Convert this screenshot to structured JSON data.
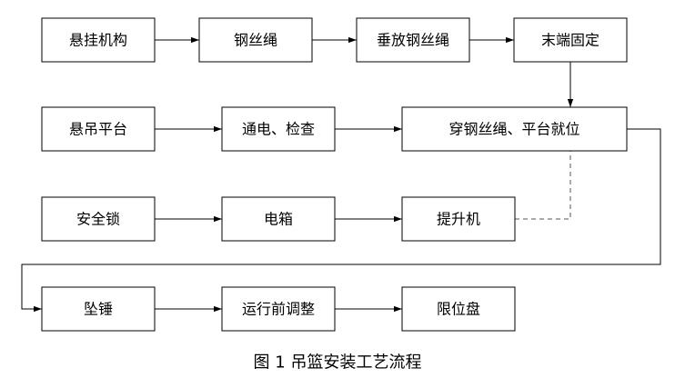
{
  "diagram": {
    "caption": "图 1  吊篮安装工艺流程",
    "nodes": {
      "n1": "悬挂机构",
      "n2": "钢丝绳",
      "n3": "垂放钢丝绳",
      "n4": "末端固定",
      "n5": "悬吊平台",
      "n6": "通电、检查",
      "n7": "穿钢丝绳、平台就位",
      "n8": "安全锁",
      "n9": "电箱",
      "n10": "提升机",
      "n11": "坠锤",
      "n12": "运行前调整",
      "n13": "限位盘"
    },
    "edges": [
      {
        "from": "n1",
        "to": "n2",
        "style": "solid"
      },
      {
        "from": "n2",
        "to": "n3",
        "style": "solid"
      },
      {
        "from": "n3",
        "to": "n4",
        "style": "solid"
      },
      {
        "from": "n4",
        "to": "n7",
        "style": "solid"
      },
      {
        "from": "n5",
        "to": "n6",
        "style": "solid"
      },
      {
        "from": "n6",
        "to": "n7",
        "style": "solid"
      },
      {
        "from": "n8",
        "to": "n9",
        "style": "solid"
      },
      {
        "from": "n9",
        "to": "n10",
        "style": "solid"
      },
      {
        "from": "n10",
        "to": "n7",
        "style": "dashed"
      },
      {
        "from": "n7",
        "to": "n11",
        "style": "solid"
      },
      {
        "from": "n11",
        "to": "n12",
        "style": "solid"
      },
      {
        "from": "n12",
        "to": "n13",
        "style": "solid"
      }
    ]
  }
}
